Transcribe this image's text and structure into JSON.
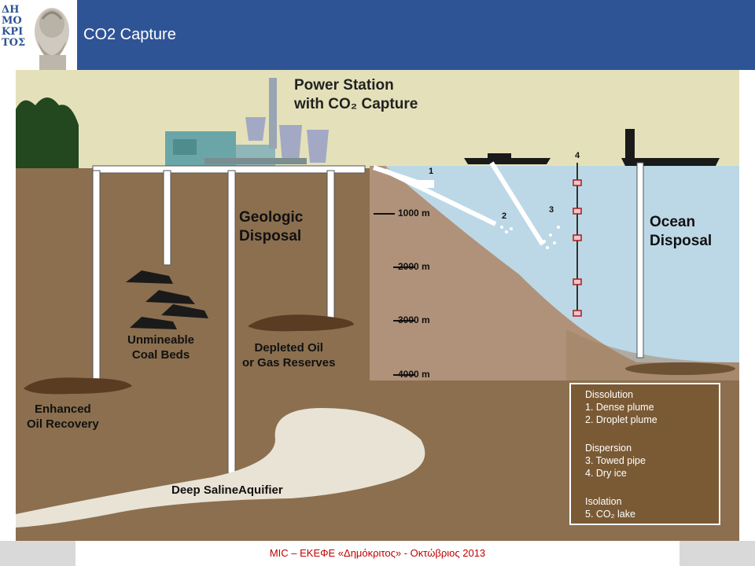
{
  "header": {
    "title": "CO2 Capture",
    "logo_letters": [
      "ΔΗ",
      "ΜΟ",
      "ΚΡΙ",
      "ΤΟΣ"
    ]
  },
  "diagram": {
    "power_station": [
      "Power Station",
      "with CO₂ Capture"
    ],
    "geologic_disposal": [
      "Geologic",
      "Disposal"
    ],
    "ocean_disposal": [
      "Ocean",
      "Disposal"
    ],
    "coal_beds": [
      "Unmineable",
      "Coal Beds"
    ],
    "depleted_oil": [
      "Depleted Oil",
      "or Gas Reserves"
    ],
    "enhanced_oil": [
      "Enhanced",
      "Oil Recovery"
    ],
    "aquifer": "Deep SalineAquifier",
    "depths": [
      "1000 m",
      "2000 m",
      "3000 m",
      "4000 m"
    ],
    "markers": [
      "1",
      "2",
      "3",
      "4"
    ],
    "legend": {
      "dissolution": "Dissolution",
      "item1": "1. Dense plume",
      "item2": "2. Droplet plume",
      "dispersion": "Dispersion",
      "item3": "3. Towed pipe",
      "item4": "4. Dry ice",
      "isolation": "Isolation",
      "item5": "5. CO₂ lake"
    }
  },
  "footer": {
    "text": "MIC – ΕΚΕΦΕ «Δημόκριτος» - Οκτώβριος 2013"
  },
  "colors": {
    "header_bg": "#2f5496",
    "ground": "#8b6f4f",
    "sea": "#bcd8e6",
    "sky": "#e4e1ba",
    "footer_text": "#c00000"
  }
}
